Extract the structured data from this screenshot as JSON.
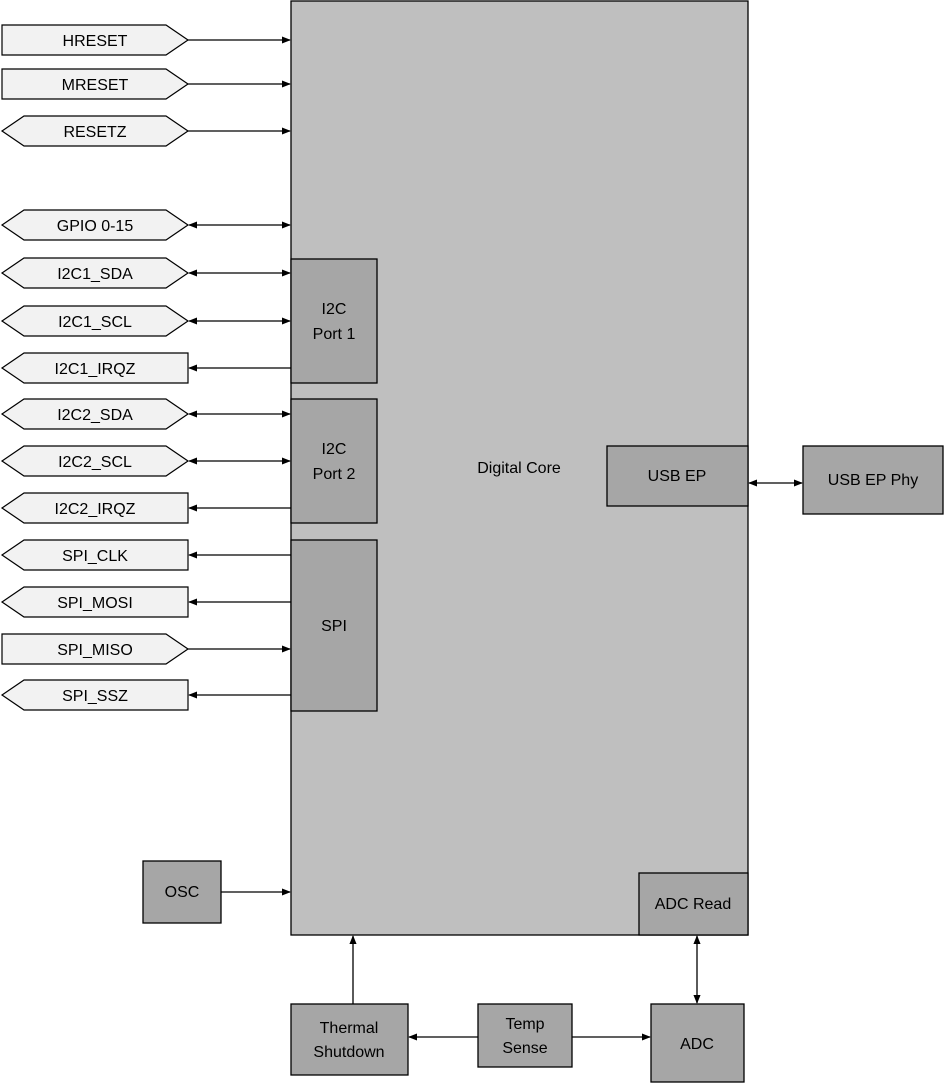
{
  "diagram": {
    "core_label": "Digital Core",
    "pins": [
      {
        "id": "hreset",
        "label": "HRESET",
        "dir": "in"
      },
      {
        "id": "mreset",
        "label": "MRESET",
        "dir": "in"
      },
      {
        "id": "resetz",
        "label": "RESETZ",
        "dir": "bidir-shape-in"
      },
      {
        "id": "gpio",
        "label": "GPIO 0-15",
        "dir": "bidir"
      },
      {
        "id": "i2c1-sda",
        "label": "I2C1_SDA",
        "dir": "bidir"
      },
      {
        "id": "i2c1-scl",
        "label": "I2C1_SCL",
        "dir": "bidir"
      },
      {
        "id": "i2c1-irqz",
        "label": "I2C1_IRQZ",
        "dir": "out"
      },
      {
        "id": "i2c2-sda",
        "label": "I2C2_SDA",
        "dir": "bidir"
      },
      {
        "id": "i2c2-scl",
        "label": "I2C2_SCL",
        "dir": "bidir"
      },
      {
        "id": "i2c2-irqz",
        "label": "I2C2_IRQZ",
        "dir": "out"
      },
      {
        "id": "spi-clk",
        "label": "SPI_CLK",
        "dir": "out"
      },
      {
        "id": "spi-mosi",
        "label": "SPI_MOSI",
        "dir": "out"
      },
      {
        "id": "spi-miso",
        "label": "SPI_MISO",
        "dir": "in"
      },
      {
        "id": "spi-ssz",
        "label": "SPI_SSZ",
        "dir": "out"
      }
    ],
    "blocks": {
      "i2c_port1": {
        "line1": "I2C",
        "line2": "Port 1"
      },
      "i2c_port2": {
        "line1": "I2C",
        "line2": "Port 2"
      },
      "spi": "SPI",
      "usb_ep": "USB EP",
      "usb_ep_phy": "USB EP Phy",
      "adc_read": "ADC Read",
      "osc": "OSC",
      "thermal": {
        "line1": "Thermal",
        "line2": "Shutdown"
      },
      "temp": {
        "line1": "Temp",
        "line2": "Sense"
      },
      "adc": "ADC"
    }
  }
}
